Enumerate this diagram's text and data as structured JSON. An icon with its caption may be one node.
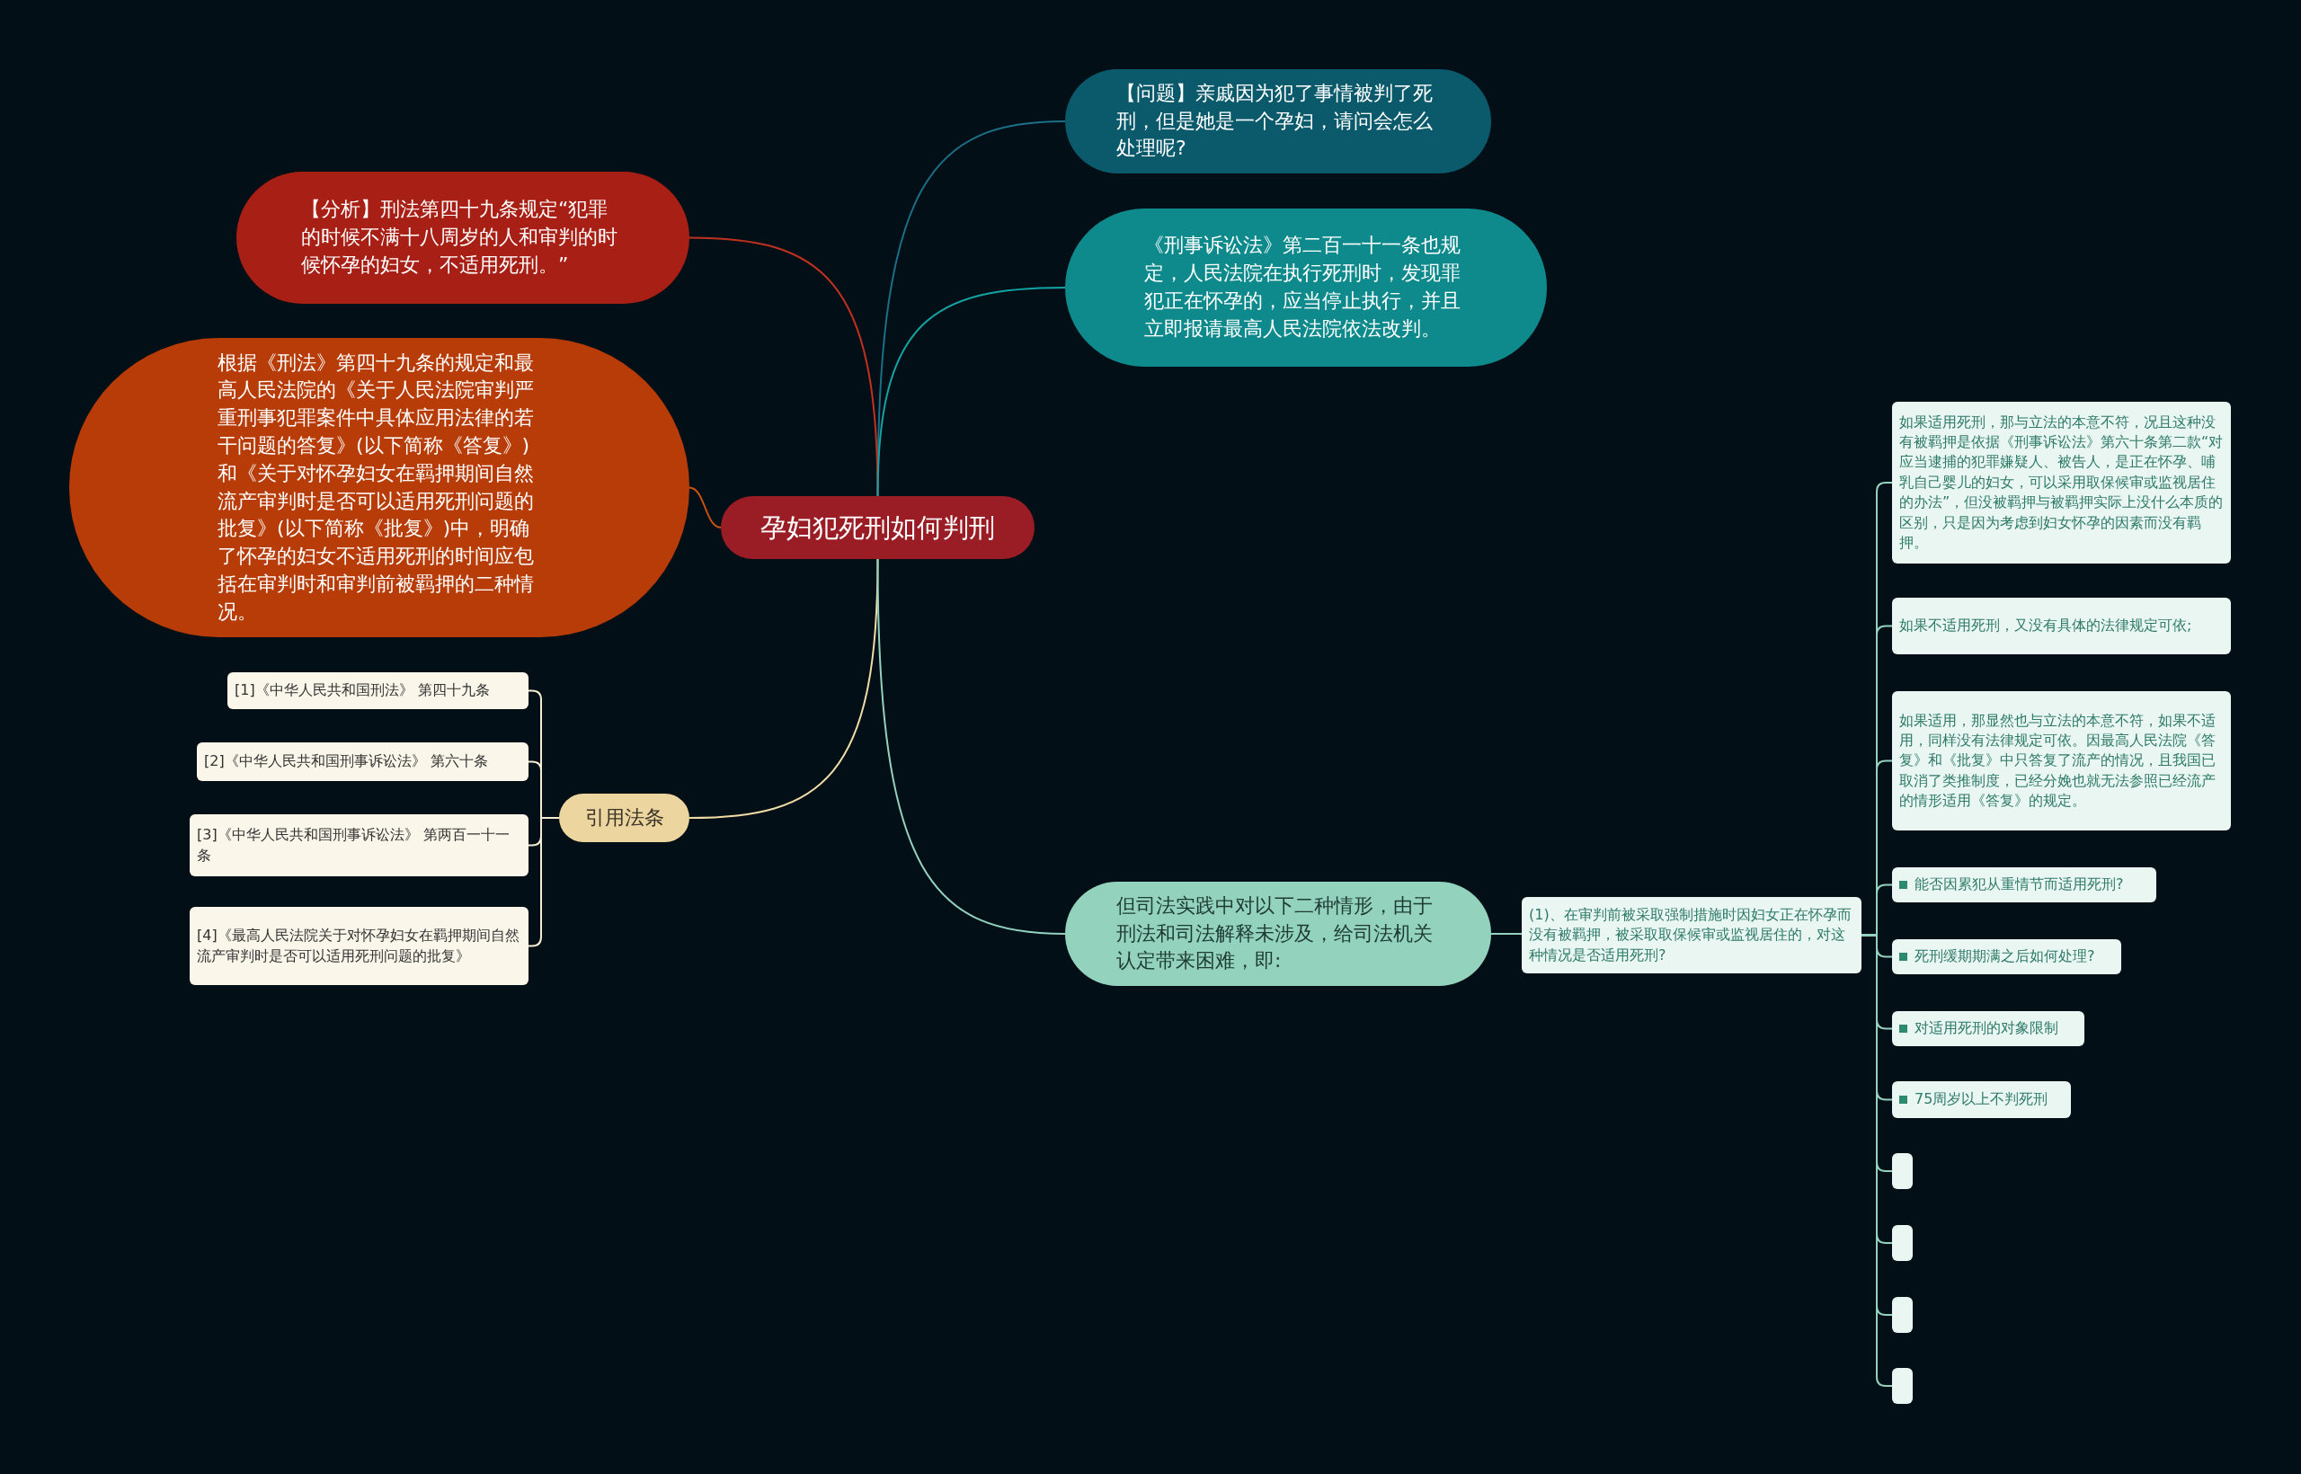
{
  "diagram": {
    "nodes": [
      {
        "text": [
          "孕妇犯死刑如何判刑"
        ]
      },
      {
        "text": [
          "【分析】刑法第四十九条规定“犯罪的时候不满十八周岁的人和审判的时候怀孕的妇女，不适用死刑。”"
        ]
      },
      {
        "text": [
          "根据《刑法》第四十九条的规定和最高人民法院的《关于人民法院审判严重刑事犯罪案件中具体应用法律的若干问题的答复》(以下简称《答复》)和《关于对怀孕妇女在羁押期间自然流产审判时是否可以适用死刑问题的批复》(以下简称《批复》)中，明确了怀孕的妇女不适用死刑的时间应包括在审判时和审判前被羁押的二种情况。"
        ]
      },
      {
        "text": [
          "【问题】亲戚因为犯了事情被判了死刑，但是她是一个孕妇，请问会怎么处理呢?"
        ]
      },
      {
        "text": [
          "《刑事诉讼法》第二百一十一条也规定，人民法院在执行死刑时，发现罪犯正在怀孕的，应当停止执行，并且立即报请最高人民法院依法改判。"
        ]
      },
      {
        "text": [
          "引用法条"
        ]
      },
      {
        "text": [
          "[1]《中华人民共和国刑法》 第四十九条"
        ]
      },
      {
        "text": [
          "[2]《中华人民共和国刑事诉讼法》 第六十条"
        ]
      },
      {
        "text": [
          "[3]《中华人民共和国刑事诉讼法》 第两百一十一条"
        ]
      },
      {
        "text": [
          "[4]《最高人民法院关于对怀孕妇女在羁押期间自然流产审判时是否可以适用死刑问题的批复》"
        ]
      },
      {
        "text": [
          "但司法实践中对以下二种情形，由于刑法和司法解释未涉及，给司法机关认定带来困难，即:"
        ]
      },
      {
        "text": [
          "(1)、在审判前被采取强制措施时因妇女正在怀孕而没有被羁押，被采取取保候审或监视居住的，对这种情况是否适用死刑?"
        ]
      },
      {
        "text": [
          "如果适用死刑，那与立法的本意不符，况且这种没有被羁押是依据《刑事诉讼法》第六十条第二款“对应当逮捕的犯罪嫌疑人、被告人，是正在怀孕、哺乳自己婴儿的妇女，可以采用取保候审或监视居住的办法”，但没被羁押与被羁押实际上没什么本质的区别，只是因为考虑到妇女怀孕的因素而没有羁押。"
        ]
      },
      {
        "text": [
          "如果不适用死刑，又没有具体的法律规定可依;"
        ]
      },
      {
        "text": [
          "如果适用，那显然也与立法的本意不符，如果不适用，同样没有法律规定可依。因最高人民法院《答复》和《批复》中只答复了流产的情况，且我国已取消了类推制度，已经分娩也就无法参照已经流产的情形适用《答复》的规定。"
        ]
      },
      {
        "text": [
          "能否因累犯从重情节而适用死刑?"
        ]
      },
      {
        "text": [
          "死刑缓期期满之后如何处理?"
        ]
      },
      {
        "text": [
          "对适用死刑的对象限制"
        ]
      },
      {
        "text": [
          "75周岁以上不判死刑"
        ]
      },
      {
        "text": [],
        "shape": "box"
      },
      {
        "text": [],
        "shape": "box"
      },
      {
        "text": [],
        "shape": "box"
      },
      {
        "text": [],
        "shape": "box"
      }
    ],
    "edges": [
      {
        "from": 0,
        "to": 3,
        "arrow": "none",
        "color": "#1b6f86"
      },
      {
        "from": 0,
        "to": 1,
        "arrow": "none",
        "color": "#c0321f"
      },
      {
        "from": 0,
        "to": 4,
        "arrow": "none",
        "color": "#13a3a3"
      },
      {
        "from": 0,
        "to": 2,
        "arrow": "none",
        "color": "#c8520f"
      },
      {
        "from": 0,
        "to": 5,
        "arrow": "none",
        "color": "#f0dca6"
      },
      {
        "from": 0,
        "to": 10,
        "arrow": "none"
      },
      {
        "from": 5,
        "to": 6,
        "arrow": "none",
        "color": "#f5ecd2"
      },
      {
        "from": 5,
        "to": 7,
        "arrow": "none",
        "color": "#f5ecd2"
      },
      {
        "from": 5,
        "to": 8,
        "arrow": "none",
        "color": "#f5ecd2"
      },
      {
        "from": 5,
        "to": 9,
        "arrow": "none",
        "color": "#f5ecd2"
      },
      {
        "from": 10,
        "to": 11,
        "arrow": "none"
      },
      {
        "from": 11,
        "to": 12,
        "arrow": "none"
      },
      {
        "from": 11,
        "to": 13,
        "arrow": "none"
      },
      {
        "from": 11,
        "to": 14,
        "arrow": "none"
      },
      {
        "from": 11,
        "to": 15,
        "arrow": "none"
      },
      {
        "from": 11,
        "to": 16,
        "arrow": "none"
      },
      {
        "from": 11,
        "to": 17,
        "arrow": "none"
      },
      {
        "from": 11,
        "to": 18,
        "arrow": "none"
      },
      {
        "from": 11,
        "to": 19,
        "arrow": "none"
      },
      {
        "from": 11,
        "to": 20,
        "arrow": "none"
      },
      {
        "from": 11,
        "to": 21,
        "arrow": "none"
      },
      {
        "from": 11,
        "to": 22,
        "arrow": "none"
      }
    ]
  }
}
